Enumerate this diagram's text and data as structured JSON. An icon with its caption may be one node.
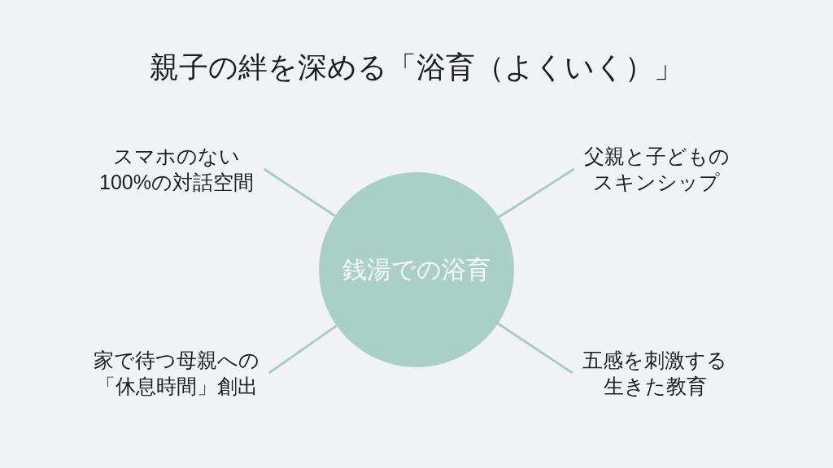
{
  "diagram": {
    "title": "親子の絆を深める「浴育（よくいく）」",
    "nodes": [
      {
        "text": [
          "スマホのない100%の対話空間"
        ]
      },
      {
        "text": [
          "父親と子どものスキンシップ"
        ]
      },
      {
        "text": [
          "銭湯での浴育"
        ]
      },
      {
        "text": [
          "家で待つ母親への「休息時間」創出"
        ]
      },
      {
        "text": [
          "五感を刺激する生きた教育"
        ]
      }
    ],
    "edges": [
      {
        "from": 2,
        "to": 0,
        "arrow": "none"
      },
      {
        "from": 2,
        "to": 1,
        "arrow": "none"
      },
      {
        "from": 2,
        "to": 3,
        "arrow": "none"
      },
      {
        "from": 2,
        "to": 4,
        "arrow": "none"
      }
    ]
  }
}
